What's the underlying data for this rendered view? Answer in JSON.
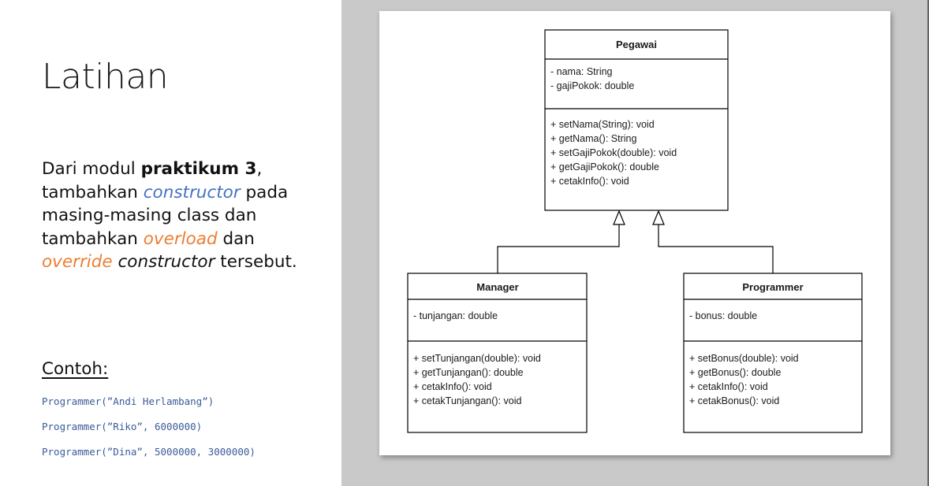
{
  "slide": {
    "title": "Latihan",
    "instruction": {
      "p1": "Dari modul ",
      "bold": "praktikum 3",
      "p2": ", tambahkan ",
      "constructor1": "constructor",
      "p3": " pada masing-masing class dan tambahkan ",
      "overload": "overload",
      "p4": " dan ",
      "override": "override",
      "p5": " ",
      "constructor2": "constructor",
      "p6": " tersebut."
    },
    "example_heading": "Contoh:",
    "examples": [
      "Programmer(”Andi Herlambang”)",
      "Programmer(”Riko”, 6000000)",
      "Programmer(”Dina”, 5000000, 3000000)"
    ]
  },
  "diagram": {
    "classes": {
      "pegawai": {
        "name": "Pegawai",
        "attributes": [
          "- nama: String",
          "- gajiPokok: double"
        ],
        "methods": [
          "+ setNama(String): void",
          "+ getNama(): String",
          "+ setGajiPokok(double): void",
          "+ getGajiPokok(): double",
          "+ cetakInfo(): void"
        ]
      },
      "manager": {
        "name": "Manager",
        "attributes": [
          "- tunjangan: double"
        ],
        "methods": [
          "+ setTunjangan(double): void",
          "+ getTunjangan(): double",
          "+ cetakInfo(): void",
          "+ cetakTunjangan(): void"
        ]
      },
      "programmer": {
        "name": "Programmer",
        "attributes": [
          "- bonus: double"
        ],
        "methods": [
          "+ setBonus(double): void",
          "+ getBonus(): double",
          "+ cetakInfo(): void",
          "+ cetakBonus(): void"
        ]
      }
    },
    "relations": [
      {
        "type": "inheritance",
        "from": "Manager",
        "to": "Pegawai"
      },
      {
        "type": "inheritance",
        "from": "Programmer",
        "to": "Pegawai"
      }
    ]
  }
}
